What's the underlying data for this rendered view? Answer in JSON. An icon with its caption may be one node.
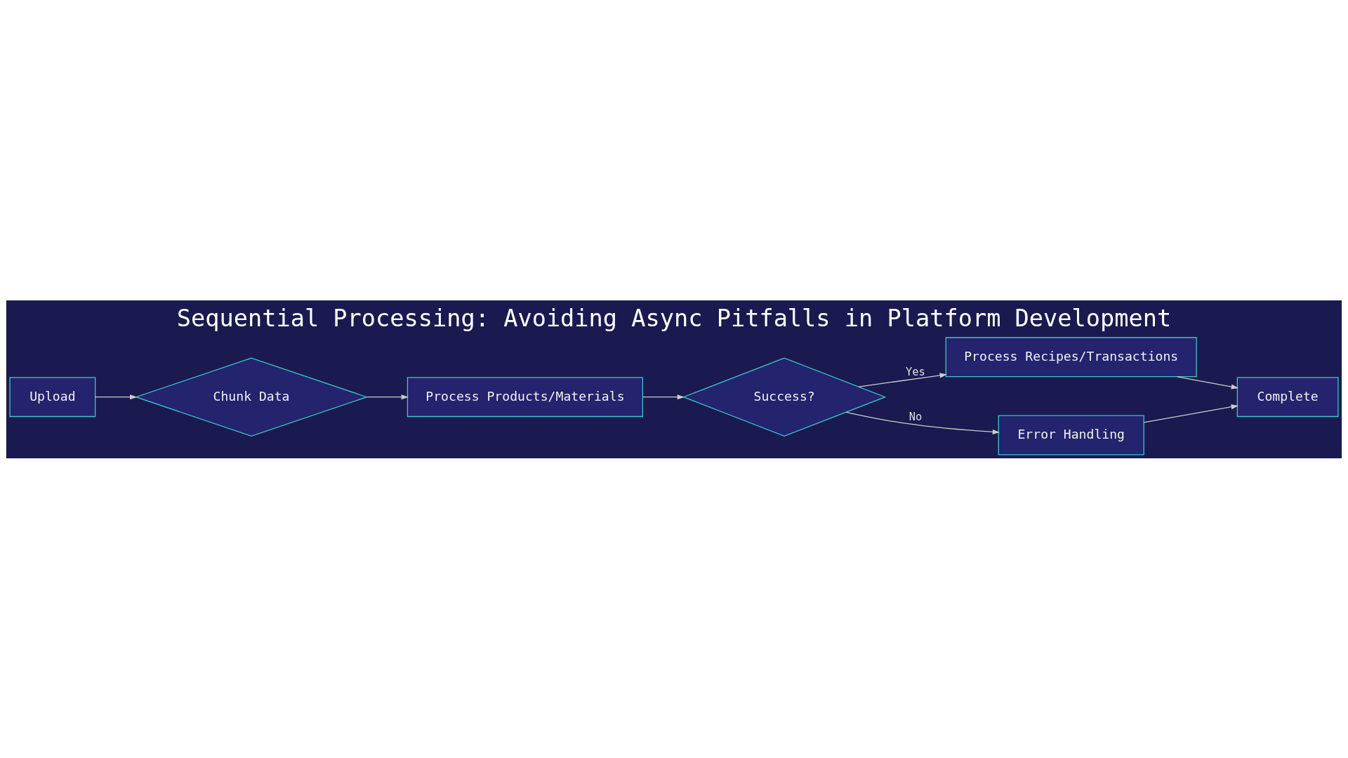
{
  "diagram": {
    "title": "Sequential Processing: Avoiding Async Pitfalls in Platform Development",
    "nodes": [
      {
        "text": [
          "Upload"
        ]
      },
      {
        "text": [
          "Chunk Data"
        ]
      },
      {
        "text": [
          "Process Products/Materials"
        ]
      },
      {
        "text": [
          "Success?"
        ]
      },
      {
        "text": [
          "Process Recipes/Transactions"
        ]
      },
      {
        "text": [
          "Error Handling"
        ]
      },
      {
        "text": [
          "Complete"
        ]
      }
    ],
    "edges": [
      {
        "from": 0,
        "to": 1,
        "arrow": "to"
      },
      {
        "from": 1,
        "to": 2,
        "arrow": "to"
      },
      {
        "from": 2,
        "to": 3,
        "arrow": "to"
      },
      {
        "from": 3,
        "to": 4,
        "arrow": "to",
        "label": "Yes"
      },
      {
        "from": 3,
        "to": 5,
        "arrow": "to",
        "label": "No"
      },
      {
        "from": 4,
        "to": 6,
        "arrow": "to"
      },
      {
        "from": 5,
        "to": 6,
        "arrow": "to"
      }
    ]
  }
}
